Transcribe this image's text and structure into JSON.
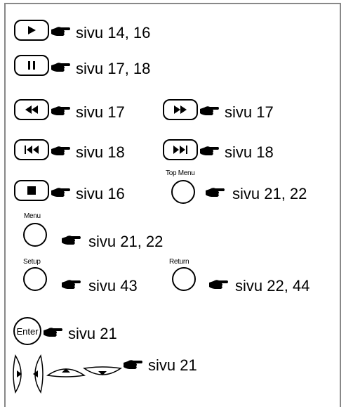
{
  "refs": {
    "play": "sivu 14, 16",
    "pause": "sivu 17, 18",
    "rewind": "sivu 17",
    "fast_forward": "sivu 17",
    "prev": "sivu 18",
    "next": "sivu 18",
    "stop": "sivu 16",
    "top_menu": "sivu 21, 22",
    "menu": "sivu 21, 22",
    "setup": "sivu 43",
    "return": "sivu 22, 44",
    "enter": "sivu 21",
    "arrows": "sivu 21"
  },
  "labels": {
    "top_menu": "Top Menu",
    "menu": "Menu",
    "setup": "Setup",
    "return": "Return",
    "enter": "Enter"
  },
  "icons": {
    "pointer": "pointing-hand-icon",
    "play": "play-icon",
    "pause": "pause-icon",
    "rewind": "rewind-icon",
    "fast_forward": "fast-forward-icon",
    "prev": "skip-previous-icon",
    "next": "skip-next-icon",
    "stop": "stop-icon"
  }
}
